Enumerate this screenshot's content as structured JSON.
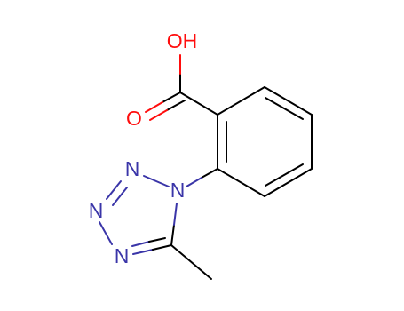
{
  "colors": {
    "background": "#ffffff",
    "carbon_bond": "#000000",
    "oxygen": "#ff0d0d",
    "nitrogen": "#3a35a8"
  },
  "atoms": {
    "hydroxyl": "OH",
    "carbonyl_oxygen": "O",
    "n1": "N",
    "n2": "N",
    "n3": "N",
    "n4": "N"
  }
}
